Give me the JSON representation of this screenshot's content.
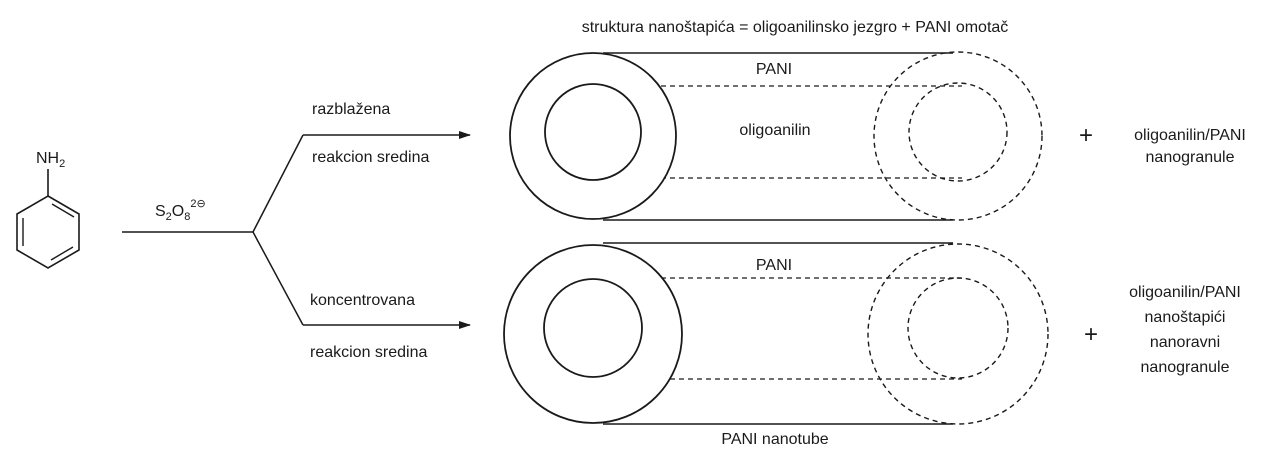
{
  "header": {
    "text": "struktura nanoštapića = oligoanilinsko jezgro + PANI omotač"
  },
  "reactant": {
    "group_main": "NH",
    "group_sub": "2"
  },
  "reagent": {
    "s": "S",
    "s_sub": "2",
    "o": "O",
    "o_sub": "8",
    "charge": "2⊖"
  },
  "top_branch": {
    "condition_above": "razblažena",
    "condition_below": "reakcion sredina",
    "shell_label": "PANI",
    "core_label": "oligoanilin",
    "plus": "+",
    "product_lines": [
      "oligoanilin/PANI",
      "nanogranule"
    ]
  },
  "bottom_branch": {
    "condition_above": "koncentrovana",
    "condition_below": "reakcion sredina",
    "shell_label": "PANI",
    "bottom_label": "PANI nanotube",
    "plus": "+",
    "product_lines": [
      "oligoanilin/PANI",
      "nanoštapići",
      "nanoravni",
      "nanogranule"
    ]
  },
  "colors": {
    "stroke": "#1a1a1a",
    "background": "#ffffff"
  }
}
